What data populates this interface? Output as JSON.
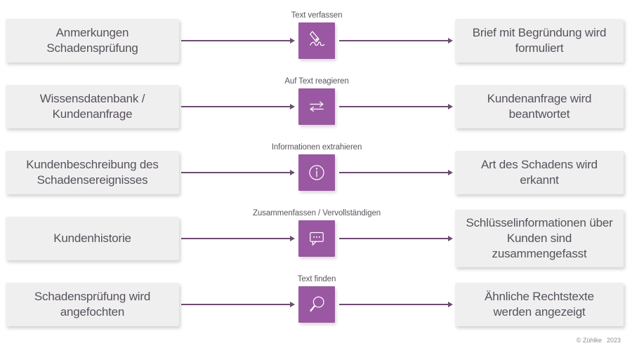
{
  "diagram": {
    "colors": {
      "accent_purple": "#9a58a2",
      "arrow": "#6e4c72",
      "box_background": "#f0eff0",
      "box_text": "#57525b"
    },
    "rows": [
      {
        "input": "Anmerkungen Schadensprüfung",
        "action": "Text verfassen",
        "icon": "write-text-icon",
        "output": "Brief mit Begründung wird formuliert"
      },
      {
        "input": "Wissensdatenbank / Kundenanfrage",
        "action": "Auf Text reagieren",
        "icon": "exchange-arrows-icon",
        "output": "Kundenanfrage wird beantwortet"
      },
      {
        "input": "Kundenbeschreibung des Schadensereignisses",
        "action": "Informationen extrahieren",
        "icon": "info-icon",
        "output": "Art des Schadens wird erkannt"
      },
      {
        "input": "Kundenhistorie",
        "action": "Zusammenfassen / Vervollständigen",
        "icon": "speech-bubble-icon",
        "output": "Schlüsselinformationen über Kunden sind zusammengefasst"
      },
      {
        "input": "Schadensprüfung wird angefochten",
        "action": "Text finden",
        "icon": "search-icon",
        "output": "Ähnliche Rechtstexte werden angezeigt"
      }
    ],
    "footer": {
      "copyright": "© Zühlke",
      "year": "2023"
    }
  }
}
